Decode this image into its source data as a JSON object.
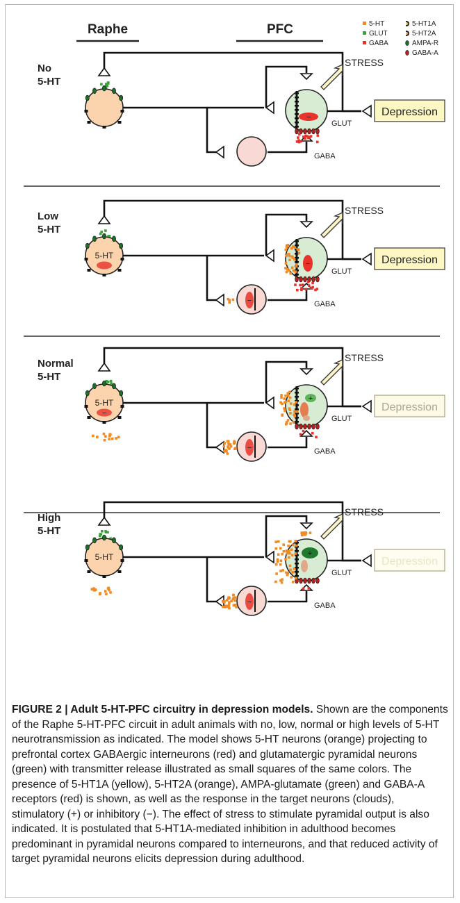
{
  "headers": {
    "raphe": "Raphe",
    "pfc": "PFC"
  },
  "legend": [
    {
      "label": "5-HT",
      "kind": "square",
      "color": "#f08a24"
    },
    {
      "label": "GLUT",
      "kind": "square",
      "color": "#3aa23a"
    },
    {
      "label": "GABA",
      "kind": "square",
      "color": "#e8322a"
    },
    {
      "label": "5-HT1A",
      "kind": "receptor",
      "color": "#e0c000"
    },
    {
      "label": "5-HT2A",
      "kind": "receptor",
      "color": "#f08a24"
    },
    {
      "label": "AMPA-R",
      "kind": "oval",
      "color": "#1f6b2a"
    },
    {
      "label": "GABA-A",
      "kind": "oval",
      "color": "#b2221c"
    }
  ],
  "labels": {
    "stress": "STRESS",
    "glut": "GLUT",
    "gaba": "GABA",
    "depression": "Depression",
    "neuron_5ht": "5-HT"
  },
  "panels": [
    {
      "name": "No 5-HT",
      "line1": "No",
      "line2": "5-HT",
      "depression_faded": false,
      "level": 0
    },
    {
      "name": "Low 5-HT",
      "line1": "Low",
      "line2": "5-HT",
      "depression_faded": false,
      "level": 1
    },
    {
      "name": "Normal 5-HT",
      "line1": "Normal",
      "line2": "5-HT",
      "depression_faded": true,
      "level": 2
    },
    {
      "name": "High 5-HT",
      "line1": "High",
      "line2": "5-HT",
      "depression_faded": true,
      "level": 3
    }
  ],
  "caption": {
    "figure_label": "FIGURE 2 | Adult 5-HT-PFC circuitry in depression models.",
    "text": " Shown are the components of the Raphe 5-HT-PFC circuit in adult animals with no, low, normal or high levels of 5-HT neurotransmission as indicated. The model shows 5-HT neurons (orange) projecting to prefrontal cortex GABAergic interneurons (red) and glutamatergic pyramidal neurons (green) with transmitter release illustrated as small squares of the same colors. The presence of 5-HT1A (yellow), 5-HT2A (orange), AMPA-glutamate (green) and GABA-A receptors (red) is shown, as well as the response in the target neurons (clouds), stimulatory (+) or inhibitory (−). The effect of stress to stimulate pyramidal output is also indicated. It is postulated that 5-HT1A-mediated inhibition in adulthood becomes predominant in pyramidal neurons compared to interneurons, and that reduced activity of target pyramidal neurons elicits depression during adulthood."
  }
}
